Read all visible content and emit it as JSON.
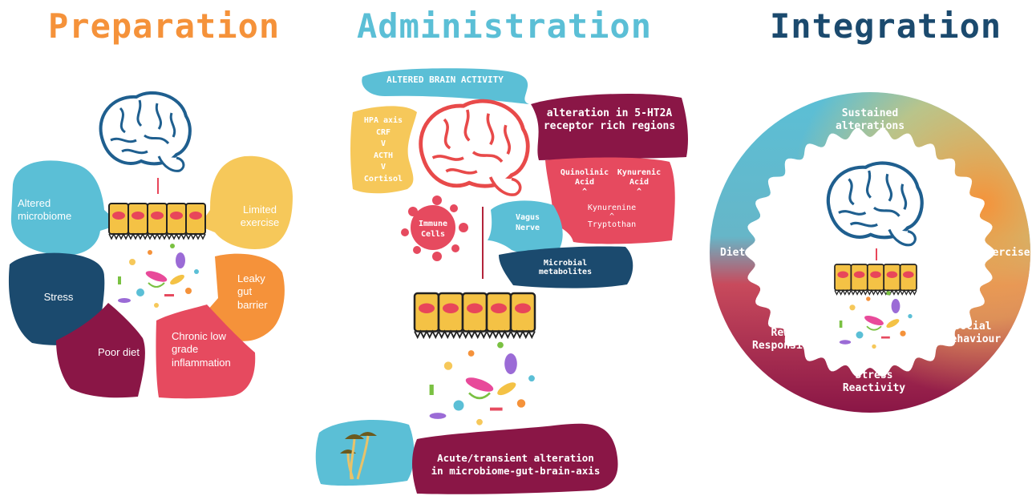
{
  "titles": {
    "preparation": "Preparation",
    "administration": "Administration",
    "integration": "Integration"
  },
  "preparation": {
    "altered_microbiome": "Altered microbiome",
    "limited_exercise": "Limited exercise",
    "stress": "Stress",
    "leaky_gut": "Leaky gut barrier",
    "poor_diet": "Poor diet",
    "chronic": "Chronic low grade inflammation"
  },
  "administration": {
    "altered_brain_activity": "ALTERED BRAIN ACTIVITY",
    "receptor": "alteration in 5-HT2A receptor rich regions",
    "hpa_axis": "HPA axis\nCRF\nV\nACTH\nV\nCortisol",
    "quinolinic": "Quinolinic\nAcid\n^",
    "kynurenic": "Kynurenic\nAcid\n^",
    "kynurenine": "Kynurenine\n^\nTryptothan",
    "immune_cells": "Immune\nCells",
    "vagus_nerve": "Vagus\nNerve",
    "microbial_metabolites": "Microbial\nmetabolites",
    "acute": "Acute/transient alteration\nin microbiome-gut-brain-axis"
  },
  "integration": {
    "sustained": "Sustained\nalterations",
    "diet": "Diet",
    "exercise": "Exercise",
    "reward": "Reward\nResponsivity",
    "social": "Social\nBehaviour",
    "stress_reactivity": "Stress\nReactivity"
  },
  "colors": {
    "orange": "#f5923a",
    "yellow": "#f6c85a",
    "light_blue": "#5bbfd6",
    "navy": "#1b4a6e",
    "maroon": "#8a1646",
    "pink_red": "#e64a5f",
    "brain_blue": "#1f5f8f",
    "brain_red": "#e84a4a",
    "cell_yellow": "#f4c245",
    "nucleus_red": "#e8465a"
  }
}
